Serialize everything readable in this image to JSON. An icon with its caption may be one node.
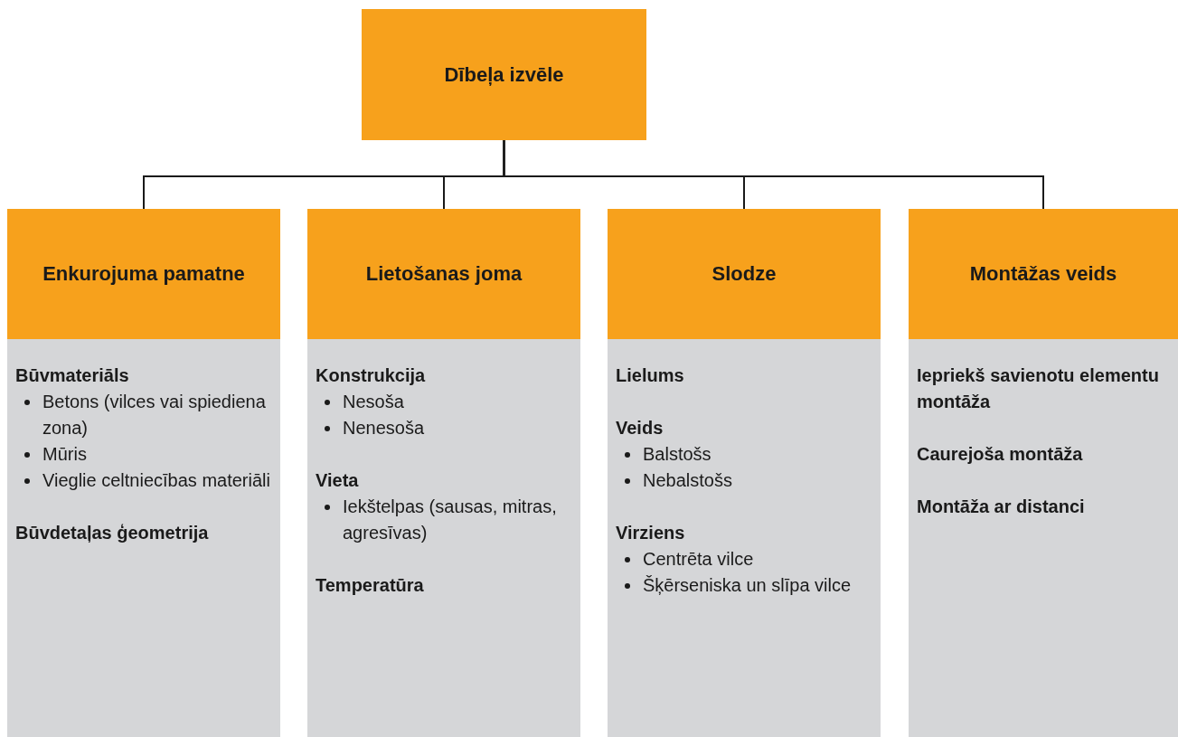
{
  "diagram": {
    "nodes": [
      {
        "text": [
          "Dībeļa izvēle"
        ]
      },
      {
        "text": [
          "Enkurojuma pamatne"
        ]
      },
      {
        "text": [
          "Būvmateriāls",
          "Betons (vilces vai spiediena zona)",
          "Mūris",
          "Vieglie celtniecības materiāli",
          "Būvdetaļas ģeometrija"
        ]
      },
      {
        "text": [
          "Lietošanas joma"
        ]
      },
      {
        "text": [
          "Konstrukcija",
          "Nesoša",
          "Nenesoša",
          "Vieta",
          "Iekštelpas (sausas, mitras, agresīvas)",
          "Temperatūra"
        ]
      },
      {
        "text": [
          "Slodze"
        ]
      },
      {
        "text": [
          "Lielums",
          "Veids",
          "Balstošs",
          "Nebalstošs",
          "Virziens",
          "Centrēta vilce",
          "Šķērseniska un slīpa vilce"
        ]
      },
      {
        "text": [
          "Montāžas veids"
        ]
      },
      {
        "text": [
          "Iepriekš savienotu elementu montāža",
          "Caurejoša montāža",
          "Montāža ar distanci"
        ]
      }
    ],
    "edges": [
      {
        "from": 0,
        "to": 1,
        "arrow": "none"
      },
      {
        "from": 0,
        "to": 3,
        "arrow": "none"
      },
      {
        "from": 0,
        "to": 5,
        "arrow": "none"
      },
      {
        "from": 0,
        "to": 7,
        "arrow": "none"
      }
    ]
  }
}
